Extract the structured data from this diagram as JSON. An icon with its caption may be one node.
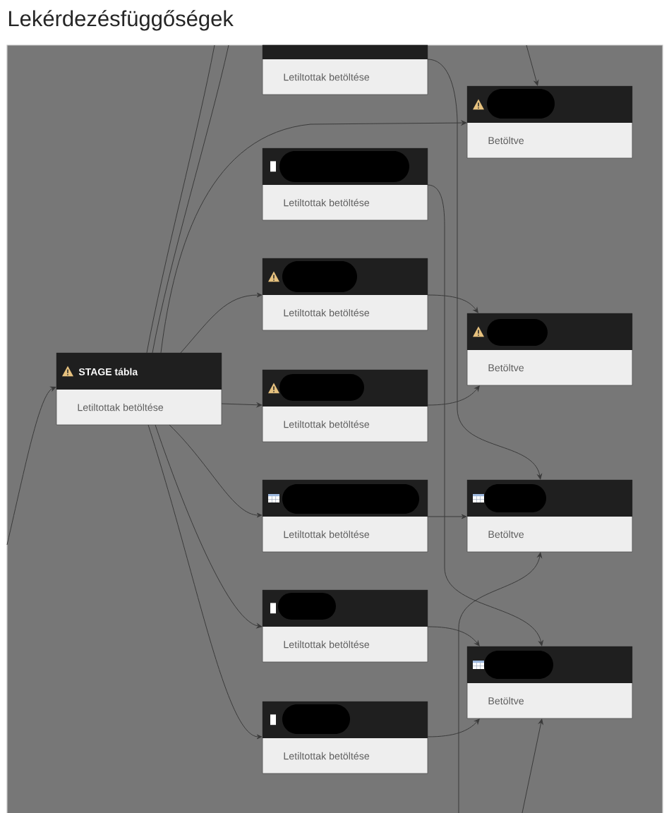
{
  "diagram": {
    "title": "Lekérdezésfüggőségek",
    "nodes": [
      {
        "text": [
          "Letiltottak betöltése"
        ]
      },
      {
        "text": [
          "Betöltve"
        ]
      },
      {
        "text": [
          "Letiltottak betöltése"
        ]
      },
      {
        "text": [
          "Letiltottak betöltése"
        ]
      },
      {
        "text": [
          "Betöltve"
        ]
      },
      {
        "text": [
          "STAGE tábla",
          "Letiltottak betöltése"
        ]
      },
      {
        "text": [
          "Letiltottak betöltése"
        ]
      },
      {
        "text": [
          "Letiltottak betöltése"
        ]
      },
      {
        "text": [
          "Betöltve"
        ]
      },
      {
        "text": [
          "Letiltottak betöltése"
        ]
      },
      {
        "text": [
          "Betöltve"
        ]
      },
      {
        "text": [
          "Letiltottak betöltése"
        ]
      }
    ],
    "edges": [
      {
        "from": null,
        "to": 5,
        "arrow": "to"
      },
      {
        "from": 5,
        "to": null,
        "arrow": "none"
      },
      {
        "from": 5,
        "to": null,
        "arrow": "none"
      },
      {
        "from": 5,
        "to": 1,
        "arrow": "to"
      },
      {
        "from": 5,
        "to": 3,
        "arrow": "to"
      },
      {
        "from": 5,
        "to": 6,
        "arrow": "to"
      },
      {
        "from": 5,
        "to": 7,
        "arrow": "to"
      },
      {
        "from": 5,
        "to": 9,
        "arrow": "to"
      },
      {
        "from": 5,
        "to": 11,
        "arrow": "to"
      },
      {
        "from": null,
        "to": 1,
        "arrow": "to"
      },
      {
        "from": 0,
        "to": 8,
        "arrow": "to"
      },
      {
        "from": 2,
        "to": 10,
        "arrow": "to"
      },
      {
        "from": 3,
        "to": 4,
        "arrow": "to"
      },
      {
        "from": 6,
        "to": 4,
        "arrow": "to"
      },
      {
        "from": 7,
        "to": 8,
        "arrow": "to"
      },
      {
        "from": null,
        "to": 8,
        "arrow": "to"
      },
      {
        "from": null,
        "to": 10,
        "arrow": "to"
      },
      {
        "from": 9,
        "to": 10,
        "arrow": "to"
      },
      {
        "from": 11,
        "to": 10,
        "arrow": "to"
      }
    ]
  }
}
